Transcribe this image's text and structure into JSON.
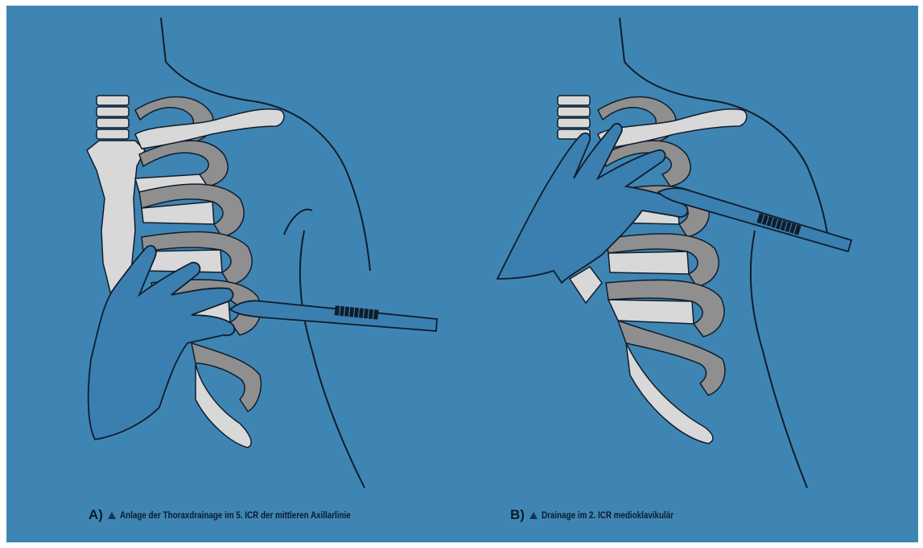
{
  "colors": {
    "background": "#3f85b4",
    "bone": "#d8d8d8",
    "cartilage": "#8f8f8f",
    "outline": "#0f1d2b",
    "caption_marker": "#16335a"
  },
  "captions": {
    "a_letter": "A)",
    "a_text": "Anlage der Thoraxdrainage im 5. ICR der mittleren Axillarlinie",
    "b_letter": "B)",
    "b_text": "Drainage im 2. ICR medioklavikulär"
  },
  "icons": {
    "caption_marker": "triangle-up-icon",
    "instrument": "scalpel-icon"
  }
}
